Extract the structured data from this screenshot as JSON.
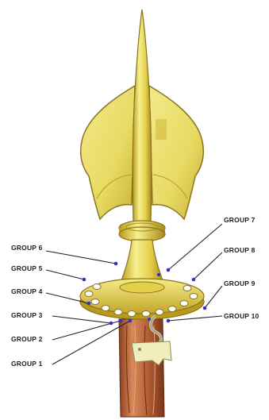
{
  "labels": {
    "left": [
      "GROUP 6",
      "GROUP 5",
      "GROUP 4",
      "GROUP 3",
      "GROUP 2",
      "GROUP 1"
    ],
    "right": [
      "GROUP 7",
      "GROUP 8",
      "GROUP 9",
      "GROUP 10"
    ]
  },
  "colors": {
    "gold_light": "#f7f08c",
    "gold_mid": "#e3cf4a",
    "gold_dark": "#b89a1c",
    "outline": "#8a7420",
    "pole_light": "#c9784b",
    "pole_dark": "#8a3f22",
    "leader": "#222222",
    "marker": "#2b35c9"
  }
}
